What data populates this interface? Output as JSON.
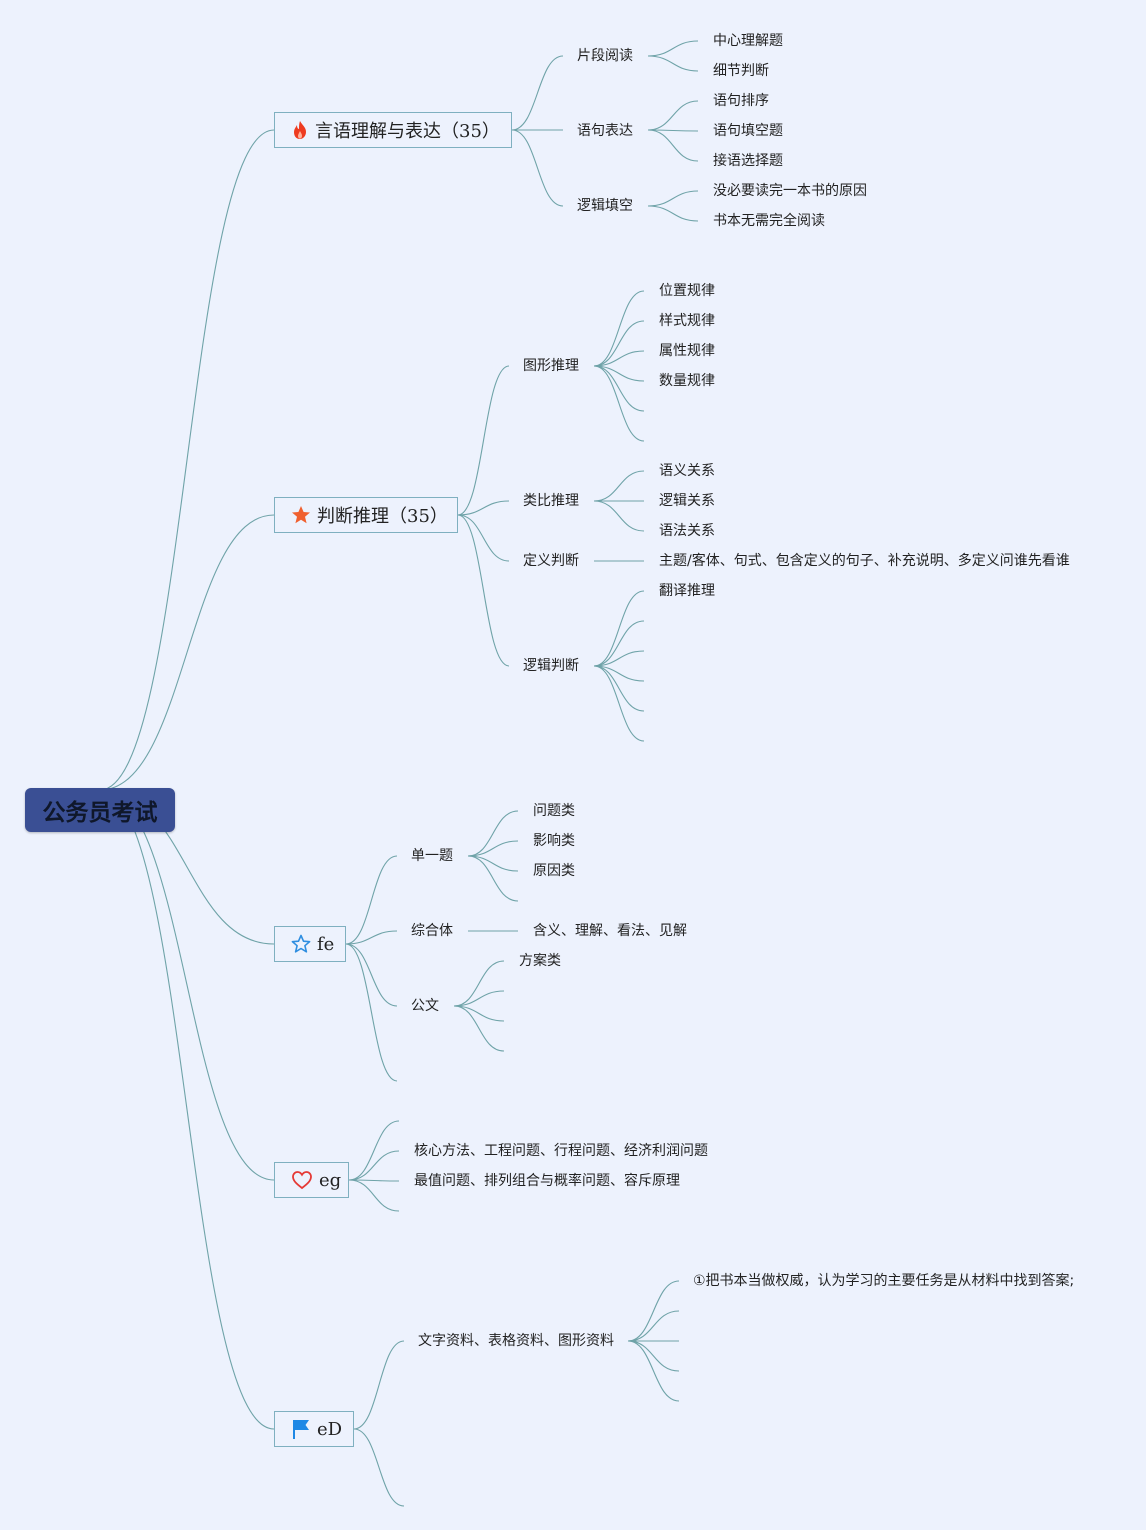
{
  "root": {
    "label": "公务员考试"
  },
  "topics": [
    {
      "label": "言语理解与表达（35）",
      "icon": "fire-icon",
      "color": "#ee3b20",
      "children": [
        {
          "label": "片段阅读",
          "children": [
            "中心理解题",
            "细节判断"
          ]
        },
        {
          "label": "语句表达",
          "children": [
            "语句排序",
            "语句填空题",
            "接语选择题"
          ]
        },
        {
          "label": "逻辑填空",
          "children": [
            "没必要读完一本书的原因",
            "书本无需完全阅读"
          ]
        }
      ]
    },
    {
      "label": "判断推理（35）",
      "icon": "star-icon",
      "color": "#f0602f",
      "children": [
        {
          "label": "图形推理",
          "children": [
            "位置规律",
            "样式规律",
            "属性规律",
            "数量规律",
            "",
            ""
          ]
        },
        {
          "label": "类比推理",
          "children": [
            "语义关系",
            "逻辑关系",
            "语法关系"
          ]
        },
        {
          "label": "定义判断",
          "children": [
            "主题/客体、句式、包含定义的句子、补充说明、多定义问谁先看谁"
          ]
        },
        {
          "label": "逻辑判断",
          "children": [
            "翻译推理",
            "",
            "",
            "",
            "",
            ""
          ]
        }
      ]
    },
    {
      "label": "fe",
      "icon": "star-outline-icon",
      "color": "#2f8ee0",
      "children": [
        {
          "label": "单一题",
          "children": [
            "问题类",
            "影响类",
            "原因类"
          ]
        },
        {
          "label": "综合体",
          "children": [
            "含义、理解、看法、见解"
          ]
        },
        {
          "label": "公文",
          "children": [
            "方案类",
            "",
            "",
            ""
          ]
        },
        {
          "label": "",
          "children": []
        }
      ]
    },
    {
      "label": "eg",
      "icon": "heart-icon",
      "color": "#e53935",
      "children": [
        {
          "label": "",
          "children": []
        },
        {
          "label": "核心方法、工程问题、行程问题、经济利润问题",
          "children": []
        },
        {
          "label": "最值问题、排列组合与概率问题、容斥原理",
          "children": []
        },
        {
          "label": "",
          "children": []
        }
      ]
    },
    {
      "label": "eD",
      "icon": "flag-icon",
      "color": "#1e88e5",
      "children": [
        {
          "label": "文字资料、表格资料、图形资料",
          "children": [
            "①把书本当做权威，认为学习的主要任务是从材料中找到答案;",
            "",
            "",
            "",
            ""
          ]
        },
        {
          "label": "",
          "children": []
        }
      ]
    }
  ],
  "line_color": "#6fa3a8"
}
